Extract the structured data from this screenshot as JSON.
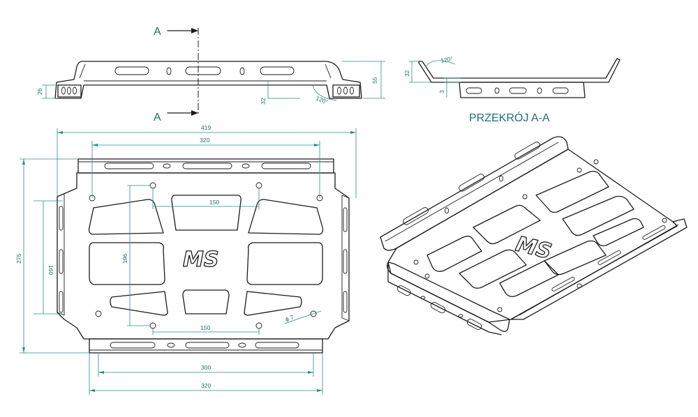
{
  "section": {
    "marker": "A",
    "title": "PRZEKRÓJ A-A"
  },
  "logo_text": "MS",
  "dimensions": {
    "side_height_26": "26",
    "side_height_32": "32",
    "side_height_55": "55",
    "side_angle": "120°",
    "section_angle": "120°",
    "section_height_32": "32",
    "section_thickness": "3",
    "overall_width": "419",
    "top_tab_width": "320",
    "hole_spacing_top": "150",
    "hole_spacing_bottom": "150",
    "overall_height": "275",
    "side_hole_spacing": "160",
    "inner_hole_spacing": "196",
    "hole_diameter": "ϕ 7",
    "bottom_inner_width": "300",
    "bottom_tab_width": "320"
  },
  "colors": {
    "outline": "#1b1b1b",
    "dimension": "#2a8a8a"
  }
}
